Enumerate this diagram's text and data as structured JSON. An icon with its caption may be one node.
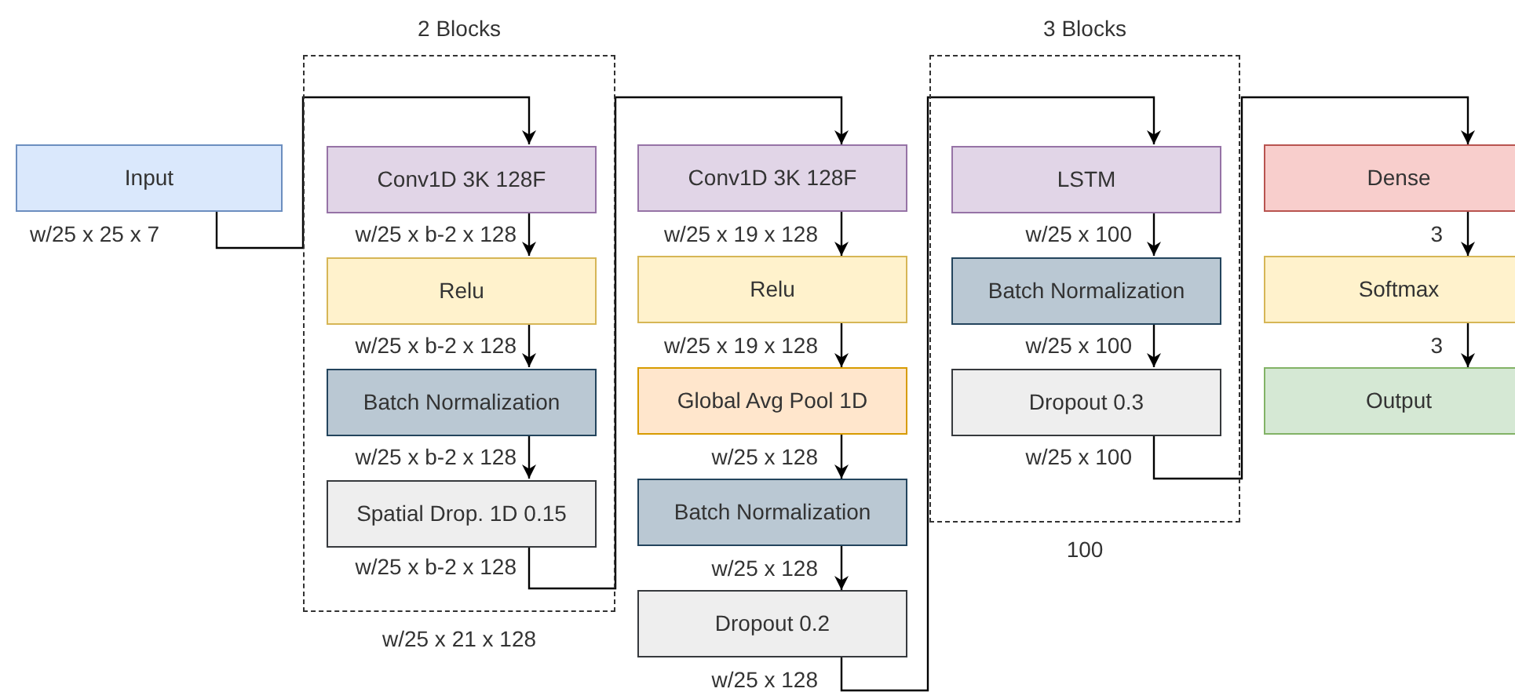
{
  "diagram": {
    "nodes": [
      {
        "text": [
          "Input"
        ]
      },
      {
        "text": [
          "2 Blocks"
        ],
        "beside": [
          "w/25 x 21 x 128"
        ]
      },
      {
        "text": [
          "Conv1D 3K 128F"
        ],
        "in": 1
      },
      {
        "text": [
          "Relu"
        ],
        "in": 1
      },
      {
        "text": [
          "Batch Normalization"
        ],
        "in": 1
      },
      {
        "text": [
          "Spatial Drop. 1D 0.15"
        ],
        "in": 1
      },
      {
        "text": [
          "Conv1D 3K 128F"
        ]
      },
      {
        "text": [
          "Relu"
        ]
      },
      {
        "text": [
          "Global Avg Pool 1D"
        ]
      },
      {
        "text": [
          "Batch Normalization"
        ]
      },
      {
        "text": [
          "Dropout 0.2"
        ]
      },
      {
        "text": [
          "3 Blocks"
        ],
        "beside": [
          "100"
        ]
      },
      {
        "text": [
          "LSTM"
        ],
        "in": 11
      },
      {
        "text": [
          "Batch Normalization"
        ],
        "in": 11
      },
      {
        "text": [
          "Dropout 0.3"
        ],
        "in": 11
      },
      {
        "text": [
          "Dense"
        ]
      },
      {
        "text": [
          "Softmax"
        ]
      },
      {
        "text": [
          "Output"
        ]
      }
    ],
    "edges": [
      {
        "from": 0,
        "to": 2,
        "arrow": "to",
        "label": "w/25 x 25 x 7"
      },
      {
        "from": 2,
        "to": 3,
        "arrow": "to",
        "label": "w/25 x b-2 x 128"
      },
      {
        "from": 3,
        "to": 4,
        "arrow": "to",
        "label": "w/25 x b-2 x 128"
      },
      {
        "from": 4,
        "to": 5,
        "arrow": "to",
        "label": "w/25 x b-2 x 128"
      },
      {
        "from": 5,
        "to": 6,
        "arrow": "to",
        "label": "w/25 x b-2 x 128"
      },
      {
        "from": 6,
        "to": 7,
        "arrow": "to",
        "label": "w/25 x 19 x 128"
      },
      {
        "from": 7,
        "to": 8,
        "arrow": "to",
        "label": "w/25 x 19 x 128"
      },
      {
        "from": 8,
        "to": 9,
        "arrow": "to",
        "label": "w/25 x 128"
      },
      {
        "from": 9,
        "to": 10,
        "arrow": "to",
        "label": "w/25 x 128"
      },
      {
        "from": 10,
        "to": 12,
        "arrow": "to",
        "label": "w/25 x 128"
      },
      {
        "from": 12,
        "to": 13,
        "arrow": "to",
        "label": "w/25 x 100"
      },
      {
        "from": 13,
        "to": 14,
        "arrow": "to",
        "label": "w/25 x 100"
      },
      {
        "from": 14,
        "to": 15,
        "arrow": "to",
        "label": "w/25 x 100"
      },
      {
        "from": 15,
        "to": 16,
        "arrow": "to",
        "label": "3"
      },
      {
        "from": 16,
        "to": 17,
        "arrow": "to",
        "label": "3"
      }
    ]
  }
}
